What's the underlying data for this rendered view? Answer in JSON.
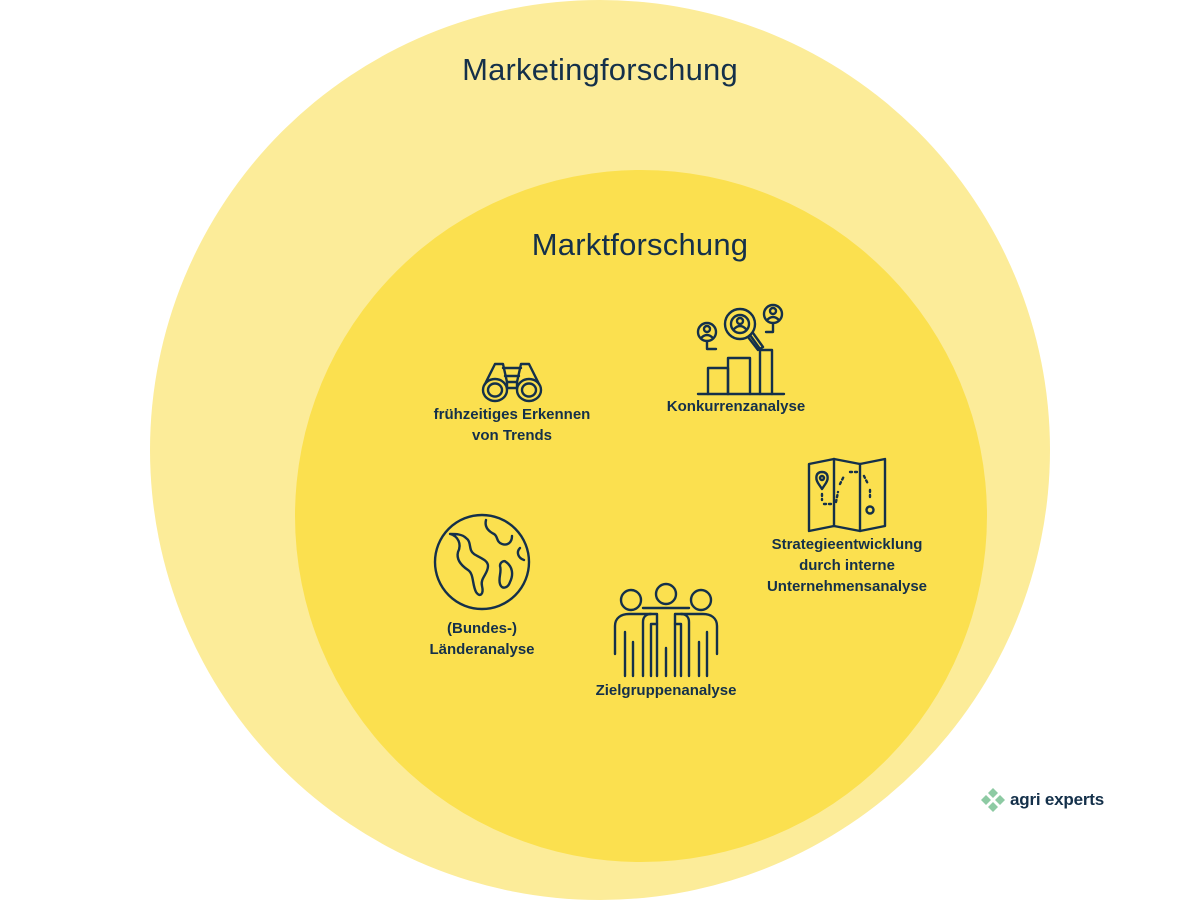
{
  "colors": {
    "outer_fill": "#fcec99",
    "inner_fill": "#fbe04f",
    "text": "#14304a",
    "logo_green": "#8dcaa3"
  },
  "diagram": {
    "outer_title": "Marketingforschung",
    "inner_title": "Marktforschung",
    "items": [
      {
        "icon": "binoculars-icon",
        "label": "frühzeitiges Erkennen\nvon Trends"
      },
      {
        "icon": "competitor-analysis-icon",
        "label": "Konkurrenzanalyse"
      },
      {
        "icon": "strategy-map-icon",
        "label": "Strategieentwicklung\ndurch interne\nUnternehmensanalyse"
      },
      {
        "icon": "globe-icon",
        "label": "(Bundes-)\nLänderanalyse"
      },
      {
        "icon": "target-group-icon",
        "label": "Zielgruppenanalyse"
      }
    ]
  },
  "logo": {
    "icon": "diamond-cluster-icon",
    "text": "agri experts"
  }
}
